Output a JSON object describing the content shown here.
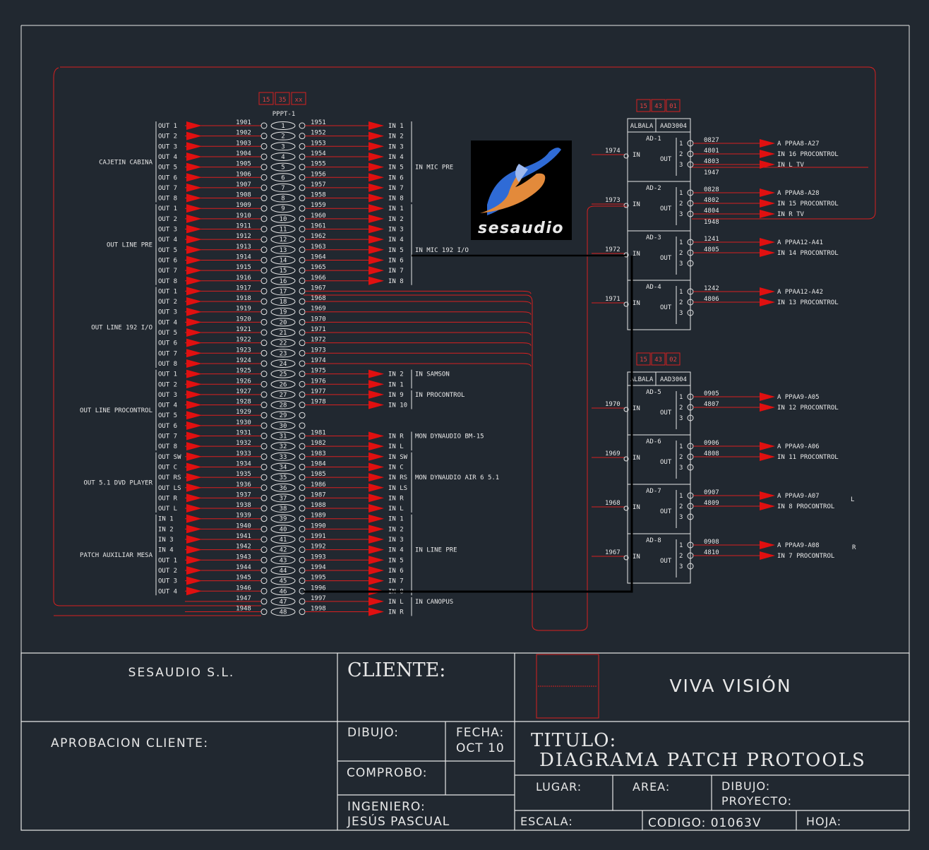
{
  "patchbay": {
    "id_boxes": [
      "15",
      "35",
      "xx"
    ],
    "name": "PPPT-1"
  },
  "groups": [
    {
      "name": "CAJETIN CABINA",
      "outs": [
        "OUT 1",
        "OUT 2",
        "OUT 3",
        "OUT 4",
        "OUT 5",
        "OUT 6",
        "OUT 7",
        "OUT 8"
      ]
    },
    {
      "name": "OUT LINE PRE",
      "outs": [
        "OUT 1",
        "OUT 2",
        "OUT 3",
        "OUT 4",
        "OUT 5",
        "OUT 6",
        "OUT 7",
        "OUT 8"
      ]
    },
    {
      "name": "OUT LINE 192 I/O",
      "outs": [
        "OUT 1",
        "OUT 2",
        "OUT 3",
        "OUT 4",
        "OUT 5",
        "OUT 6",
        "OUT 7",
        "OUT 8"
      ]
    },
    {
      "name": "OUT LINE PROCONTROL",
      "outs": [
        "OUT 1",
        "OUT 2",
        "OUT 3",
        "OUT 4",
        "OUT 5",
        "OUT 6",
        "OUT 7",
        "OUT 8"
      ]
    },
    {
      "name": "OUT 5.1 DVD PLAYER",
      "outs": [
        "OUT SW",
        "OUT C",
        "OUT RS",
        "OUT LS",
        "OUT R",
        "OUT L"
      ]
    },
    {
      "name": "PATCH AUXILIAR MESA",
      "outs": [
        "IN 1",
        "IN 2",
        "IN 3",
        "IN 4",
        "OUT 1",
        "OUT 2",
        "OUT 3",
        "OUT 4"
      ]
    }
  ],
  "rows": [
    {
      "n": "1",
      "l": "1901",
      "r": "1951",
      "in": "IN 1"
    },
    {
      "n": "2",
      "l": "1902",
      "r": "1952",
      "in": "IN 2"
    },
    {
      "n": "3",
      "l": "1903",
      "r": "1953",
      "in": "IN 3"
    },
    {
      "n": "4",
      "l": "1904",
      "r": "1954",
      "in": "IN 4"
    },
    {
      "n": "5",
      "l": "1905",
      "r": "1955",
      "in": "IN 5"
    },
    {
      "n": "6",
      "l": "1906",
      "r": "1956",
      "in": "IN 6"
    },
    {
      "n": "7",
      "l": "1907",
      "r": "1957",
      "in": "IN 7"
    },
    {
      "n": "8",
      "l": "1908",
      "r": "1958",
      "in": "IN 8"
    },
    {
      "n": "9",
      "l": "1909",
      "r": "1959",
      "in": "IN 1"
    },
    {
      "n": "10",
      "l": "1910",
      "r": "1960",
      "in": "IN 2"
    },
    {
      "n": "11",
      "l": "1911",
      "r": "1961",
      "in": "IN 3"
    },
    {
      "n": "12",
      "l": "1912",
      "r": "1962",
      "in": "IN 4"
    },
    {
      "n": "13",
      "l": "1913",
      "r": "1963",
      "in": "IN 5"
    },
    {
      "n": "14",
      "l": "1914",
      "r": "1964",
      "in": "IN 6"
    },
    {
      "n": "15",
      "l": "1915",
      "r": "1965",
      "in": "IN 7"
    },
    {
      "n": "16",
      "l": "1916",
      "r": "1966",
      "in": "IN 8"
    },
    {
      "n": "17",
      "l": "1917",
      "r": "1967",
      "in": ""
    },
    {
      "n": "18",
      "l": "1918",
      "r": "1968",
      "in": ""
    },
    {
      "n": "19",
      "l": "1919",
      "r": "1969",
      "in": ""
    },
    {
      "n": "20",
      "l": "1920",
      "r": "1970",
      "in": ""
    },
    {
      "n": "21",
      "l": "1921",
      "r": "1971",
      "in": ""
    },
    {
      "n": "22",
      "l": "1922",
      "r": "1972",
      "in": ""
    },
    {
      "n": "23",
      "l": "1923",
      "r": "1973",
      "in": ""
    },
    {
      "n": "24",
      "l": "1924",
      "r": "1974",
      "in": ""
    },
    {
      "n": "25",
      "l": "1925",
      "r": "1975",
      "in": "IN 2"
    },
    {
      "n": "26",
      "l": "1926",
      "r": "1976",
      "in": "IN 1"
    },
    {
      "n": "27",
      "l": "1927",
      "r": "1977",
      "in": "IN 9"
    },
    {
      "n": "28",
      "l": "1928",
      "r": "1978",
      "in": "IN 10"
    },
    {
      "n": "29",
      "l": "1929",
      "r": "",
      "in": ""
    },
    {
      "n": "30",
      "l": "1930",
      "r": "",
      "in": ""
    },
    {
      "n": "31",
      "l": "1931",
      "r": "1981",
      "in": "IN R"
    },
    {
      "n": "32",
      "l": "1932",
      "r": "1982",
      "in": "IN L"
    },
    {
      "n": "33",
      "l": "1933",
      "r": "1983",
      "in": "IN SW"
    },
    {
      "n": "34",
      "l": "1934",
      "r": "1984",
      "in": "IN C"
    },
    {
      "n": "35",
      "l": "1935",
      "r": "1985",
      "in": "IN RS"
    },
    {
      "n": "36",
      "l": "1936",
      "r": "1986",
      "in": "IN LS"
    },
    {
      "n": "37",
      "l": "1937",
      "r": "1987",
      "in": "IN R"
    },
    {
      "n": "38",
      "l": "1938",
      "r": "1988",
      "in": "IN L"
    },
    {
      "n": "39",
      "l": "1939",
      "r": "1989",
      "in": "IN 1"
    },
    {
      "n": "40",
      "l": "1940",
      "r": "1990",
      "in": "IN 2"
    },
    {
      "n": "41",
      "l": "1941",
      "r": "1991",
      "in": "IN 3"
    },
    {
      "n": "42",
      "l": "1942",
      "r": "1992",
      "in": "IN 4"
    },
    {
      "n": "43",
      "l": "1943",
      "r": "1993",
      "in": "IN 5"
    },
    {
      "n": "44",
      "l": "1944",
      "r": "1994",
      "in": "IN 6"
    },
    {
      "n": "45",
      "l": "1945",
      "r": "1995",
      "in": "IN 7"
    },
    {
      "n": "46",
      "l": "1946",
      "r": "1996",
      "in": "IN 8"
    },
    {
      "n": "47",
      "l": "1947",
      "r": "1997",
      "in": "IN L"
    },
    {
      "n": "48",
      "l": "1948",
      "r": "1998",
      "in": "IN R"
    }
  ],
  "dest_labels": [
    {
      "text": "IN MIC PRE",
      "row": 4
    },
    {
      "text": "IN MIC 192 I/O",
      "row": 12
    },
    {
      "text": "IN SAMSON",
      "row": 24
    },
    {
      "text": "IN PROCONTROL",
      "row": 26
    },
    {
      "text": "MON DYNAUDIO BM-15",
      "row": 30
    },
    {
      "text": "MON DYNAUDIO AIR 6 5.1",
      "row": 34
    },
    {
      "text": "IN LINE PRE",
      "row": 41
    },
    {
      "text": "IN CANOPUS",
      "row": 46
    }
  ],
  "units": [
    {
      "id_boxes": [
        "15",
        "43",
        "01"
      ],
      "brand": "ALBALA",
      "model": "AAD3004",
      "channels": [
        {
          "name": "AD-1",
          "in": "1974",
          "outs": [
            {
              "n": "1",
              "code": "0827",
              "dest": "A PPAA8-A27"
            },
            {
              "n": "2",
              "code": "4801",
              "dest": "IN 16 PROCONTROL"
            },
            {
              "n": "3",
              "code": "4803",
              "dest": "IN L TV"
            }
          ],
          "extra": "1947"
        },
        {
          "name": "AD-2",
          "in": "1973",
          "outs": [
            {
              "n": "1",
              "code": "0828",
              "dest": "A PPAA8-A28"
            },
            {
              "n": "2",
              "code": "4802",
              "dest": "IN 15 PROCONTROL"
            },
            {
              "n": "3",
              "code": "4804",
              "dest": "IN R TV"
            }
          ],
          "extra": "1948"
        },
        {
          "name": "AD-3",
          "in": "1972",
          "outs": [
            {
              "n": "1",
              "code": "1241",
              "dest": "A PPAA12-A41"
            },
            {
              "n": "2",
              "code": "4805",
              "dest": "IN 14 PROCONTROL"
            },
            {
              "n": "3",
              "code": "",
              "dest": ""
            }
          ],
          "extra": ""
        },
        {
          "name": "AD-4",
          "in": "1971",
          "outs": [
            {
              "n": "1",
              "code": "1242",
              "dest": "A PPAA12-A42"
            },
            {
              "n": "2",
              "code": "4806",
              "dest": "IN 13 PROCONTROL"
            },
            {
              "n": "3",
              "code": "",
              "dest": ""
            }
          ],
          "extra": ""
        }
      ]
    },
    {
      "id_boxes": [
        "15",
        "43",
        "02"
      ],
      "brand": "ALBALA",
      "model": "AAD3004",
      "channels": [
        {
          "name": "AD-5",
          "in": "1970",
          "outs": [
            {
              "n": "1",
              "code": "0905",
              "dest": "A PPAA9-A05"
            },
            {
              "n": "2",
              "code": "4807",
              "dest": "IN 12 PROCONTROL"
            },
            {
              "n": "3",
              "code": "",
              "dest": ""
            }
          ],
          "extra": ""
        },
        {
          "name": "AD-6",
          "in": "1969",
          "outs": [
            {
              "n": "1",
              "code": "0906",
              "dest": "A PPAA9-A06"
            },
            {
              "n": "2",
              "code": "4808",
              "dest": "IN 11 PROCONTROL"
            },
            {
              "n": "3",
              "code": "",
              "dest": ""
            }
          ],
          "extra": ""
        },
        {
          "name": "AD-7",
          "in": "1968",
          "outs": [
            {
              "n": "1",
              "code": "0907",
              "dest": "A PPAA9-A07"
            },
            {
              "n": "2",
              "code": "4809",
              "dest": "IN 8 PROCONTROL"
            },
            {
              "n": "3",
              "code": "",
              "dest": ""
            }
          ],
          "extra": ""
        },
        {
          "name": "AD-8",
          "in": "1967",
          "outs": [
            {
              "n": "1",
              "code": "0908",
              "dest": "A PPAA9-A08"
            },
            {
              "n": "2",
              "code": "4810",
              "dest": "IN 7 PROCONTROL"
            },
            {
              "n": "3",
              "code": "",
              "dest": ""
            }
          ],
          "extra": ""
        }
      ]
    }
  ],
  "unit_labels": {
    "in": "IN",
    "out": "OUT"
  },
  "side_marks": [
    "L",
    "R"
  ],
  "logo": {
    "text": "sesaudio"
  },
  "title_block": {
    "company": "SESAUDIO S.L.",
    "cliente_label": "CLIENTE:",
    "cliente_value": "VIVA  VISIÓN",
    "aprobacion": "APROBACION CLIENTE:",
    "dibujo_label": "DIBUJO:",
    "fecha_label": "FECHA:",
    "fecha_value": "OCT 10",
    "comprobo_label": "COMPROBO:",
    "ingeniero_label": "INGENIERO:",
    "ingeniero_value": "JESÚS PASCUAL",
    "titulo_label": "TITULO:",
    "titulo_value": "DIAGRAMA PATCH PROTOOLS",
    "lugar_label": "LUGAR:",
    "area_label": "AREA:",
    "dibujo_proyecto_1": "DIBUJO:",
    "dibujo_proyecto_2": "PROYECTO:",
    "escala_label": "ESCALA:",
    "codigo": "CODIGO: 01063V",
    "hoja_label": "HOJA:"
  }
}
